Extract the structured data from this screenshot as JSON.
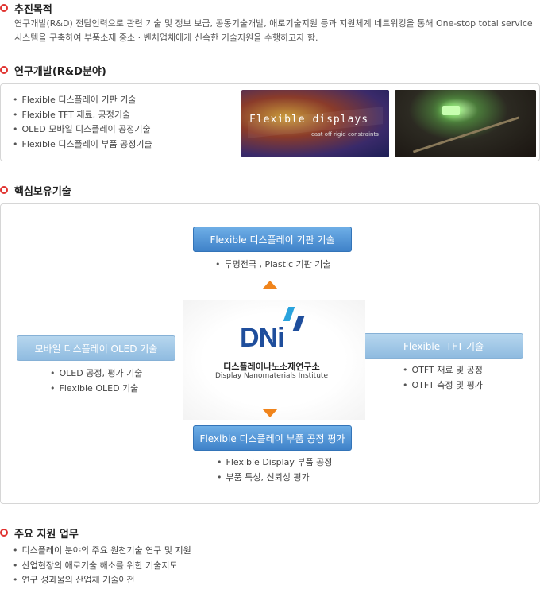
{
  "sections": {
    "purpose": {
      "title": "추진목적",
      "text_line1": "연구개발(R&D) 전담인력으로 관련 기술 및 정보 보급, 공동기술개발, 애로기술지원 등과 지원체계 네트워킹을 통해 One-stop total service",
      "text_line2": "시스템을 구축하여 부품소재 중소 · 벤처업체에게 신속한 기술지원을 수행하고자 함."
    },
    "rnd": {
      "title": "연구개발(R&D분야)",
      "items": [
        "Flexible 디스플레이 기판 기술",
        "Flexible TFT 재료, 공정기술",
        "OLED 모바일 디스플레이 공정기술",
        "Flexible 디스플레이 부품 공정기술"
      ],
      "image1_text": "Flexible displays",
      "image1_sub": "cast off rigid constraints"
    },
    "core": {
      "title": "핵심보유기술",
      "center_logo": "DNi",
      "center_name": "디스플레이나노소재연구소",
      "center_name_en": "Display Nanomaterials Institute",
      "top": {
        "label": "Flexible 디스플레이 기판 기술",
        "items": [
          "투명전극 , Plastic 기판 기술"
        ]
      },
      "left": {
        "label": "모바일 디스플레이 OLED 기술",
        "items": [
          "OLED 공정, 평가 기술",
          "Flexible OLED 기술"
        ]
      },
      "right": {
        "label": "Flexible  TFT 기술",
        "items": [
          "OTFT 재료 및 공정",
          "OTFT 측정 및 평가"
        ]
      },
      "bottom": {
        "label": "Flexible 디스플레이 부품 공정 평가",
        "items": [
          "Flexible Display 부품 공정",
          "부품 특성, 신뢰성 평가"
        ]
      }
    },
    "support": {
      "title": "주요 지원 업무",
      "items": [
        "디스플레이 분야의 주요 원천기술 연구 및 지원",
        "산업현장의 애로기술 해소를 위한 기술지도",
        "연구 성과물의 산업체 기술이전"
      ]
    }
  },
  "colors": {
    "accent_red": "#e0312e",
    "arrow_orange": "#f0841c",
    "btn_blue": "#4a8fd0",
    "logo_blue": "#1f4e9c",
    "logo_light": "#2aa3dd"
  }
}
